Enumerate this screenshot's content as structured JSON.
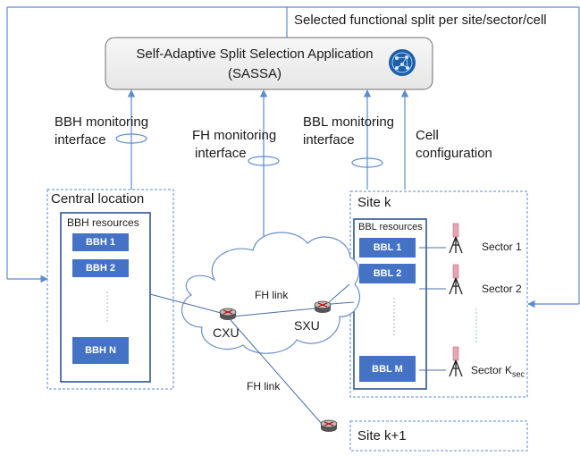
{
  "top_label": "Selected functional split per site/sector/cell",
  "sassa": {
    "title_line1": "Self-Adaptive Split Selection Application",
    "title_line2": "(SASSA)"
  },
  "interfaces": {
    "bbh": [
      "BBH monitoring",
      "interface"
    ],
    "fh": [
      "FH monitoring",
      "interface"
    ],
    "bbl": [
      "BBL monitoring",
      "interface"
    ],
    "cell": [
      "Cell",
      "configuration"
    ]
  },
  "central": {
    "title": "Central location",
    "resources_title": "BBH resources",
    "items": [
      "BBH 1",
      "BBH 2",
      "BBH N"
    ]
  },
  "site_k": {
    "title": "Site k",
    "resources_title": "BBL resources",
    "items": [
      "BBL 1",
      "BBL 2",
      "BBL M"
    ],
    "sectors": [
      "Sector 1",
      "Sector 2"
    ],
    "sector_k_main": "Sector K",
    "sector_k_sub": "sec"
  },
  "network": {
    "cxu": "CXU",
    "sxu": "SXU",
    "fh_link": "FH link"
  },
  "site_k1": {
    "title": "Site k+1"
  }
}
